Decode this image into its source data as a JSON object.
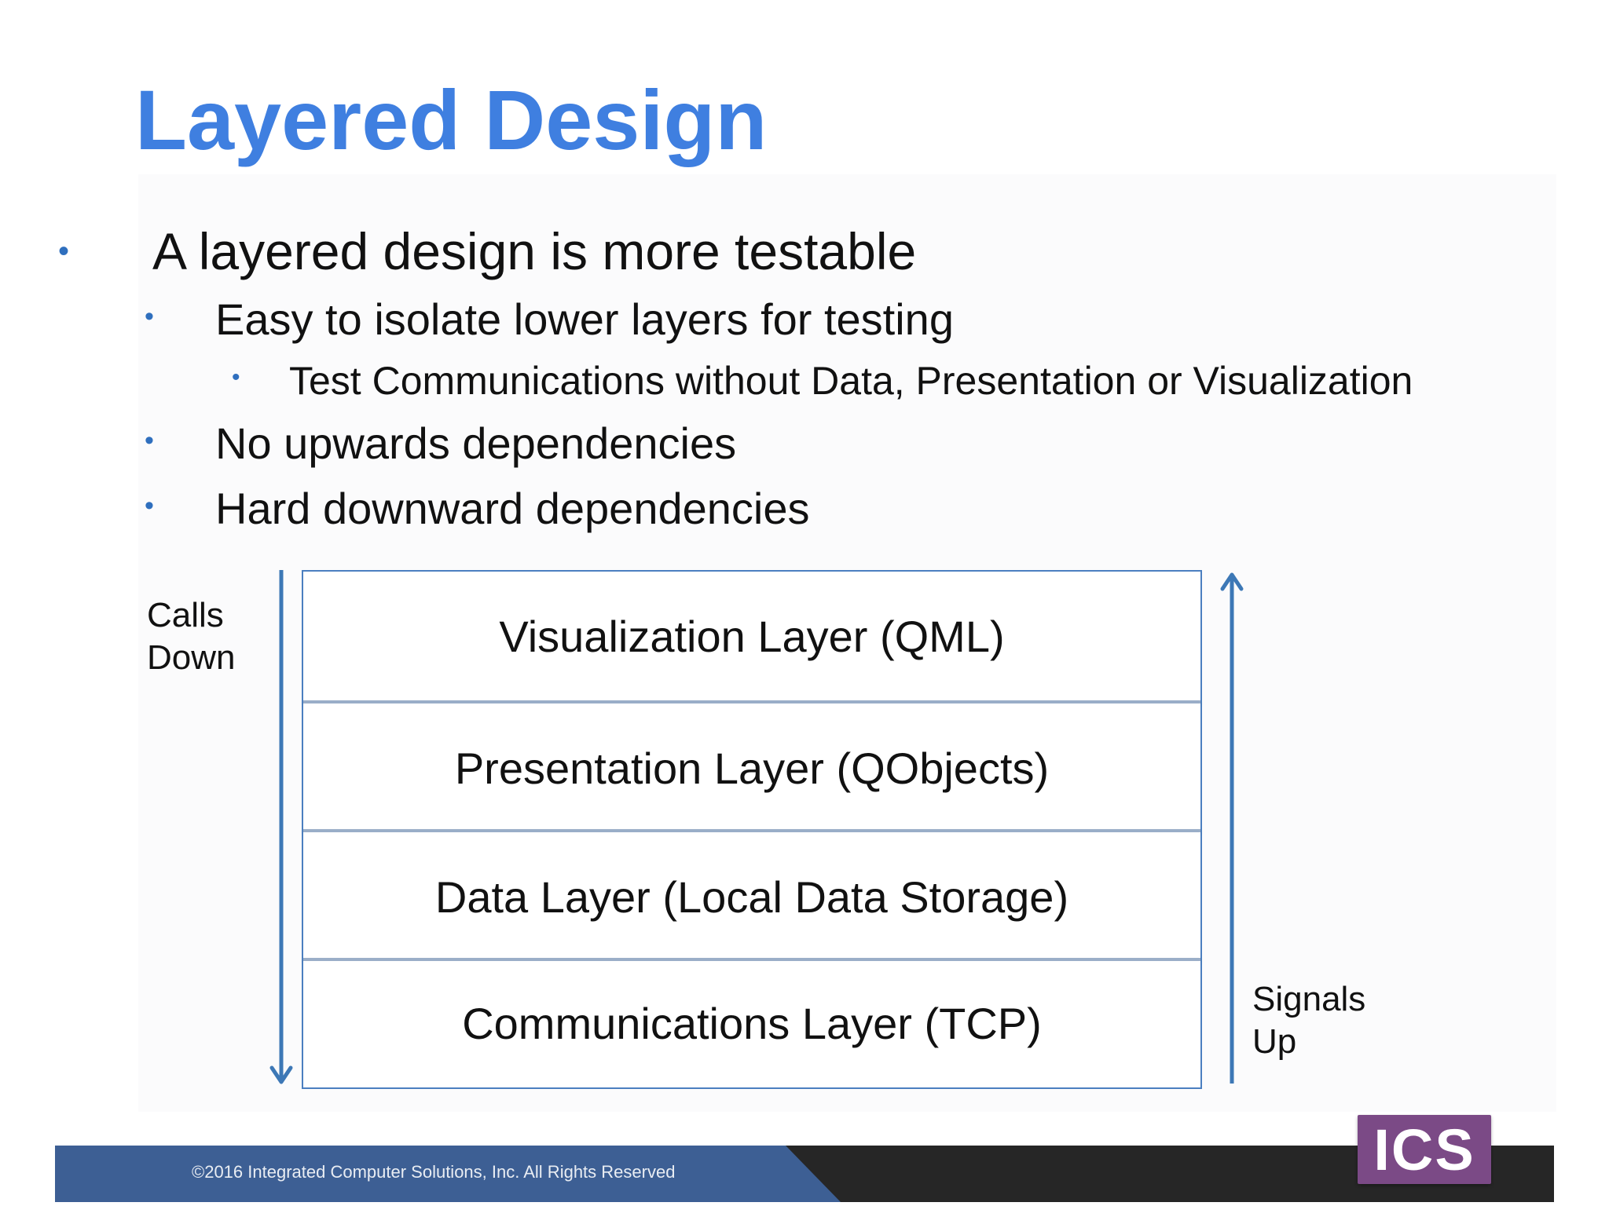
{
  "slide": {
    "title": "Layered Design",
    "bullets": [
      {
        "level": 1,
        "text": "A layered design is more testable"
      },
      {
        "level": 2,
        "text": "Easy to isolate lower layers for testing"
      },
      {
        "level": 3,
        "text": "Test Communications without Data, Presentation or Visualization"
      },
      {
        "level": 2,
        "text": "No upwards dependencies"
      },
      {
        "level": 2,
        "text": "Hard downward dependencies"
      }
    ]
  },
  "diagram": {
    "layers": [
      "Visualization Layer (QML)",
      "Presentation Layer (QObjects)",
      "Data Layer (Local Data Storage)",
      "Communications Layer (TCP)"
    ],
    "left_label": {
      "line1": "Calls",
      "line2": "Down"
    },
    "right_label": {
      "line1": "Signals",
      "line2": "Up"
    },
    "arrow_color": "#3d78b6"
  },
  "footer": {
    "copyright": "©2016 Integrated Computer Solutions, Inc. All Rights Reserved",
    "logo_text": "ICS",
    "band_color": "#262626",
    "blue_color": "#3d5f94",
    "logo_color": "#7b4a86"
  },
  "theme": {
    "title_color": "#3f7fe0",
    "bullet_color": "#2f6fbe"
  }
}
